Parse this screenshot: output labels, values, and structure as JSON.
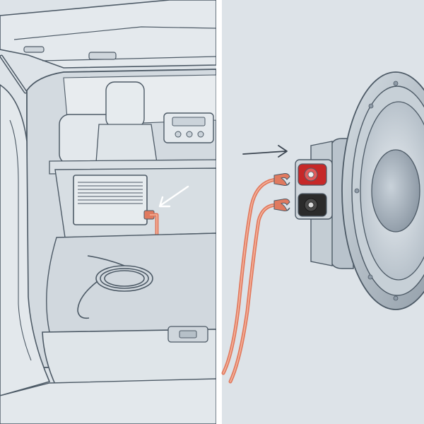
{
  "colors": {
    "panel_bg": "#dde3e8",
    "divider": "#ffffff",
    "line_art": "#4d5a66",
    "wire_copper": "#e07a5f",
    "wire_highlight": "#f6b39c",
    "terminal_positive": "#c62828",
    "terminal_negative": "#2b2b2b",
    "speaker_body": "#b9c3cc",
    "speaker_cone": "#ccd5dc",
    "speaker_dust_cap": "#9aa6b1",
    "arrow": "#3b4550"
  },
  "panels": [
    {
      "id": "car-trunk-view",
      "parts": [
        "open-hatch-trunk",
        "rear-seats",
        "dashboard",
        "amplifier",
        "output-arrow",
        "amplifier-wire",
        "coiled-cable"
      ]
    },
    {
      "id": "speaker-connection-view",
      "parts": [
        "direction-arrow",
        "positive-wire",
        "negative-wire",
        "spade-connectors",
        "positive-terminal",
        "negative-terminal",
        "subwoofer-speaker"
      ]
    }
  ]
}
